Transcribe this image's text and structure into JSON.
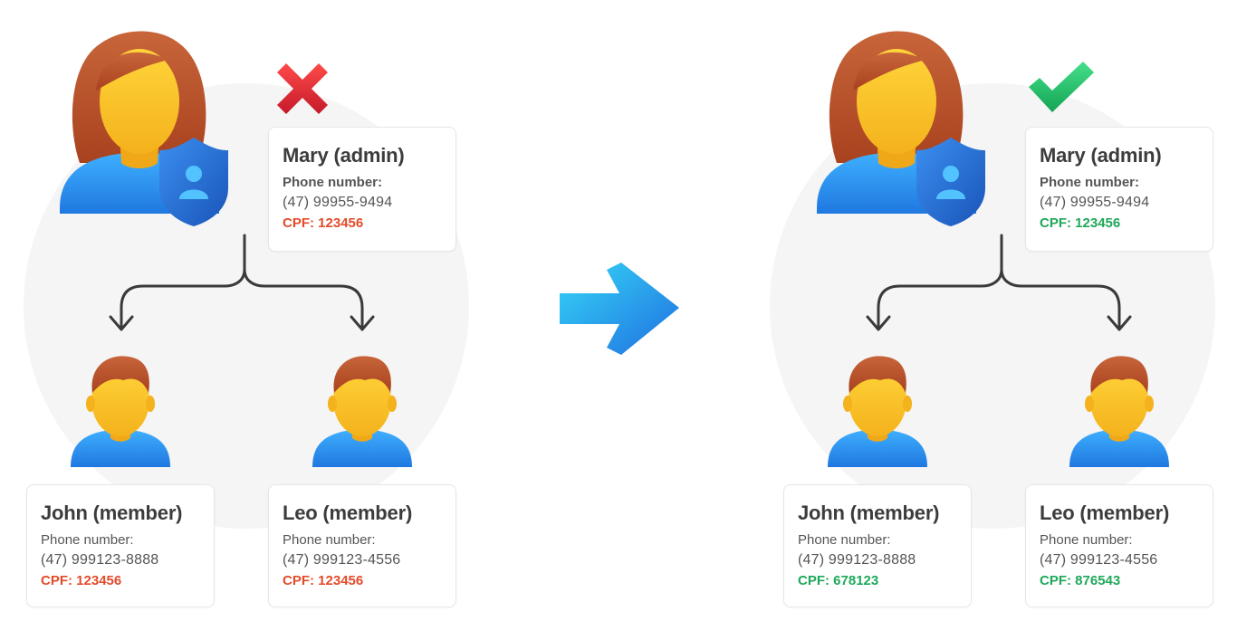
{
  "colors": {
    "invalid": "#e34b2b",
    "valid": "#1fa85a",
    "connector": "#3a3a3a",
    "arrow": "#2fa4e7"
  },
  "icons": {
    "admin": "woman-admin-shield-icon",
    "member": "man-user-icon",
    "invalid": "red-x-icon",
    "valid": "green-check-icon",
    "transition": "right-arrow-icon"
  },
  "before": {
    "admin": {
      "name": "Mary (admin)",
      "phone_label": "Phone number:",
      "phone": "(47) 99955-9494",
      "cpf": "CPF: 123456"
    },
    "members": [
      {
        "name": "John (member)",
        "phone_label": "Phone number:",
        "phone": "(47) 999123-8888",
        "cpf": "CPF: 123456"
      },
      {
        "name": "Leo (member)",
        "phone_label": "Phone number:",
        "phone": "(47) 999123-4556",
        "cpf": "CPF: 123456"
      }
    ]
  },
  "after": {
    "admin": {
      "name": "Mary (admin)",
      "phone_label": "Phone number:",
      "phone": "(47) 99955-9494",
      "cpf": "CPF: 123456"
    },
    "members": [
      {
        "name": "John (member)",
        "phone_label": "Phone number:",
        "phone": "(47) 999123-8888",
        "cpf": "CPF: 678123"
      },
      {
        "name": "Leo (member)",
        "phone_label": "Phone number:",
        "phone": "(47) 999123-4556",
        "cpf": "CPF: 876543"
      }
    ]
  }
}
